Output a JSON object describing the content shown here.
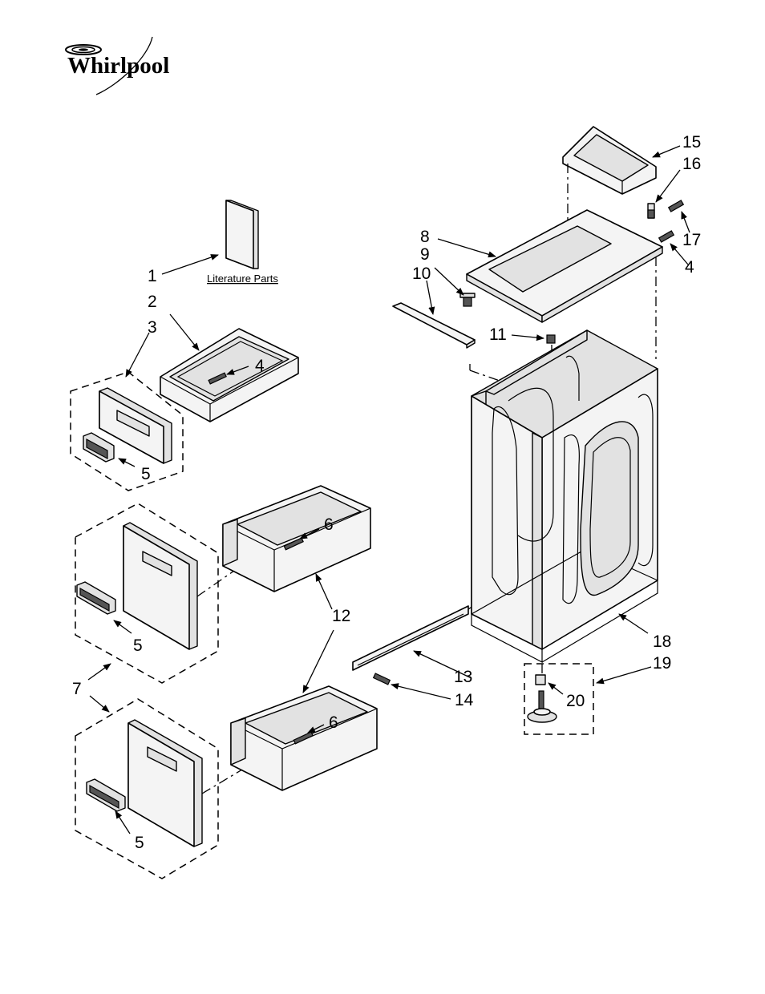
{
  "brand": {
    "logo_text": "Whirlpool"
  },
  "literature_label": "Literature Parts",
  "callouts": {
    "c1": "1",
    "c2": "2",
    "c3": "3",
    "c4a": "4",
    "c4b": "4",
    "c5a": "5",
    "c5b": "5",
    "c5c": "5",
    "c6a": "6",
    "c6b": "6",
    "c7": "7",
    "c8": "8",
    "c9": "9",
    "c10": "10",
    "c11": "11",
    "c12": "12",
    "c13": "13",
    "c14": "14",
    "c15": "15",
    "c16": "16",
    "c17": "17",
    "c18": "18",
    "c19": "19",
    "c20": "20"
  }
}
